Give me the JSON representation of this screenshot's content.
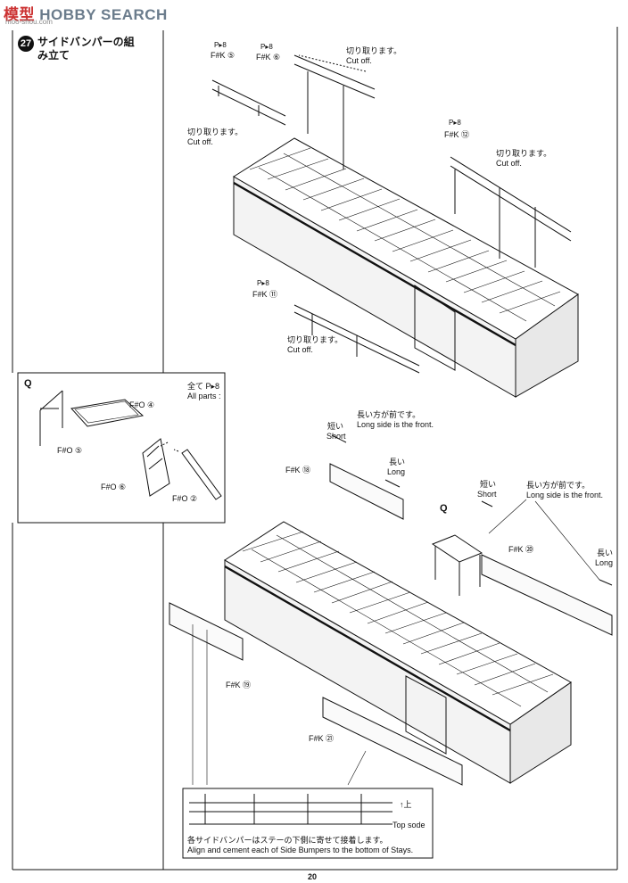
{
  "watermark": {
    "brand_red": "模型",
    "brand": "HOBBY SEARCH",
    "url": "moo-shou.com"
  },
  "step": {
    "number": "27",
    "title": "サイドバンパーの組み立て"
  },
  "top_view": {
    "left_parts": {
      "ref": "P▸8",
      "part": "F#K ⑤"
    },
    "center_parts": {
      "ref": "P▸8",
      "part": "F#K ⑥"
    },
    "right_parts": {
      "ref": "P▸8",
      "part": "F#K ⑫"
    },
    "lower_parts": {
      "ref": "P▸8",
      "part": "F#K ⑪"
    },
    "cutoff_jp": "切り取ります。",
    "cutoff_en": "Cut off."
  },
  "inset_q": {
    "marker": "Q",
    "all_parts_jp": "全て P▸8",
    "all_parts_en": "All parts :",
    "parts": [
      "F#O ④",
      "F#O ⑤",
      "F#O ⑥",
      "F#O ②"
    ]
  },
  "bottom_view": {
    "marker": "Q",
    "front_note_jp": "長い方が前です。",
    "front_note_en": "Long side is the front.",
    "short_jp": "短い",
    "short_en": "Short",
    "long_jp": "長い",
    "long_en": "Long",
    "parts": [
      "F#K ⑱",
      "F#K ⑳",
      "F#K ⑲",
      "F#K ㉑"
    ]
  },
  "detail": {
    "arrow_jp": "↑上",
    "top_side": "Top sode",
    "note_jp": "各サイドバンパーはステーの下側に寄せて接着します。",
    "note_en": "Align and cement each of Side Bumpers to the bottom of Stays."
  },
  "page_number": "20"
}
